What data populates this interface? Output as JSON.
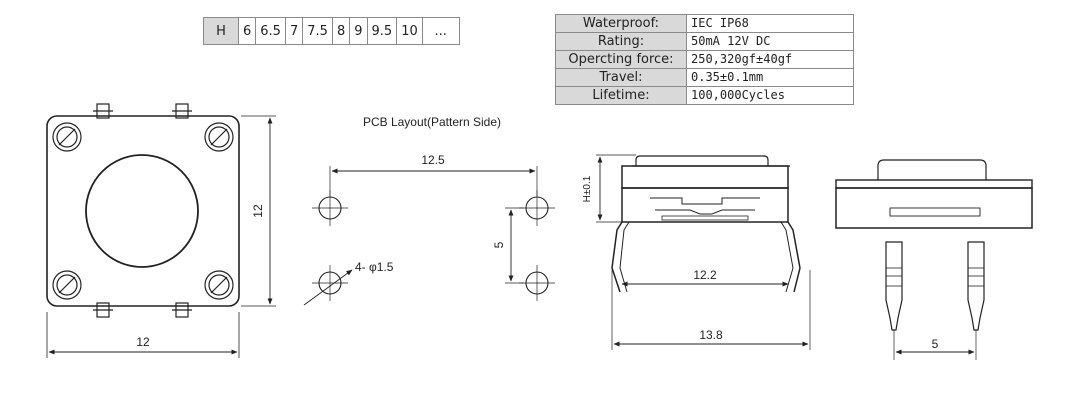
{
  "heights_table": {
    "header": "H",
    "values": [
      "6",
      "6.5",
      "7",
      "7.5",
      "8",
      "9",
      "9.5",
      "10",
      "..."
    ]
  },
  "specs_table": {
    "rows": [
      {
        "label": "Waterproof:",
        "value": "IEC IP68"
      },
      {
        "label": "Rating:",
        "value": "50mA 12V DC"
      },
      {
        "label": "Opercting force:",
        "value": "250,320gf±40gf"
      },
      {
        "label": "Travel:",
        "value": "0.35±0.1mm"
      },
      {
        "label": "Lifetime:",
        "value": "100,000Cycles"
      }
    ]
  },
  "top_view": {
    "width_dim": "12",
    "height_dim": "12"
  },
  "pcb_layout": {
    "title": "PCB Layout(Pattern Side)",
    "span_dim": "12.5",
    "pitch_dim": "5",
    "hole_note": "4- φ1.5"
  },
  "side_view": {
    "height_dim": "H±0.1",
    "inner_dim": "12.2",
    "outer_dim": "13.8"
  },
  "end_view": {
    "pitch_dim": "5"
  },
  "colors": {
    "line": "#222222",
    "header_bg": "#d9d9d9",
    "table_border": "#8a8a8a"
  }
}
